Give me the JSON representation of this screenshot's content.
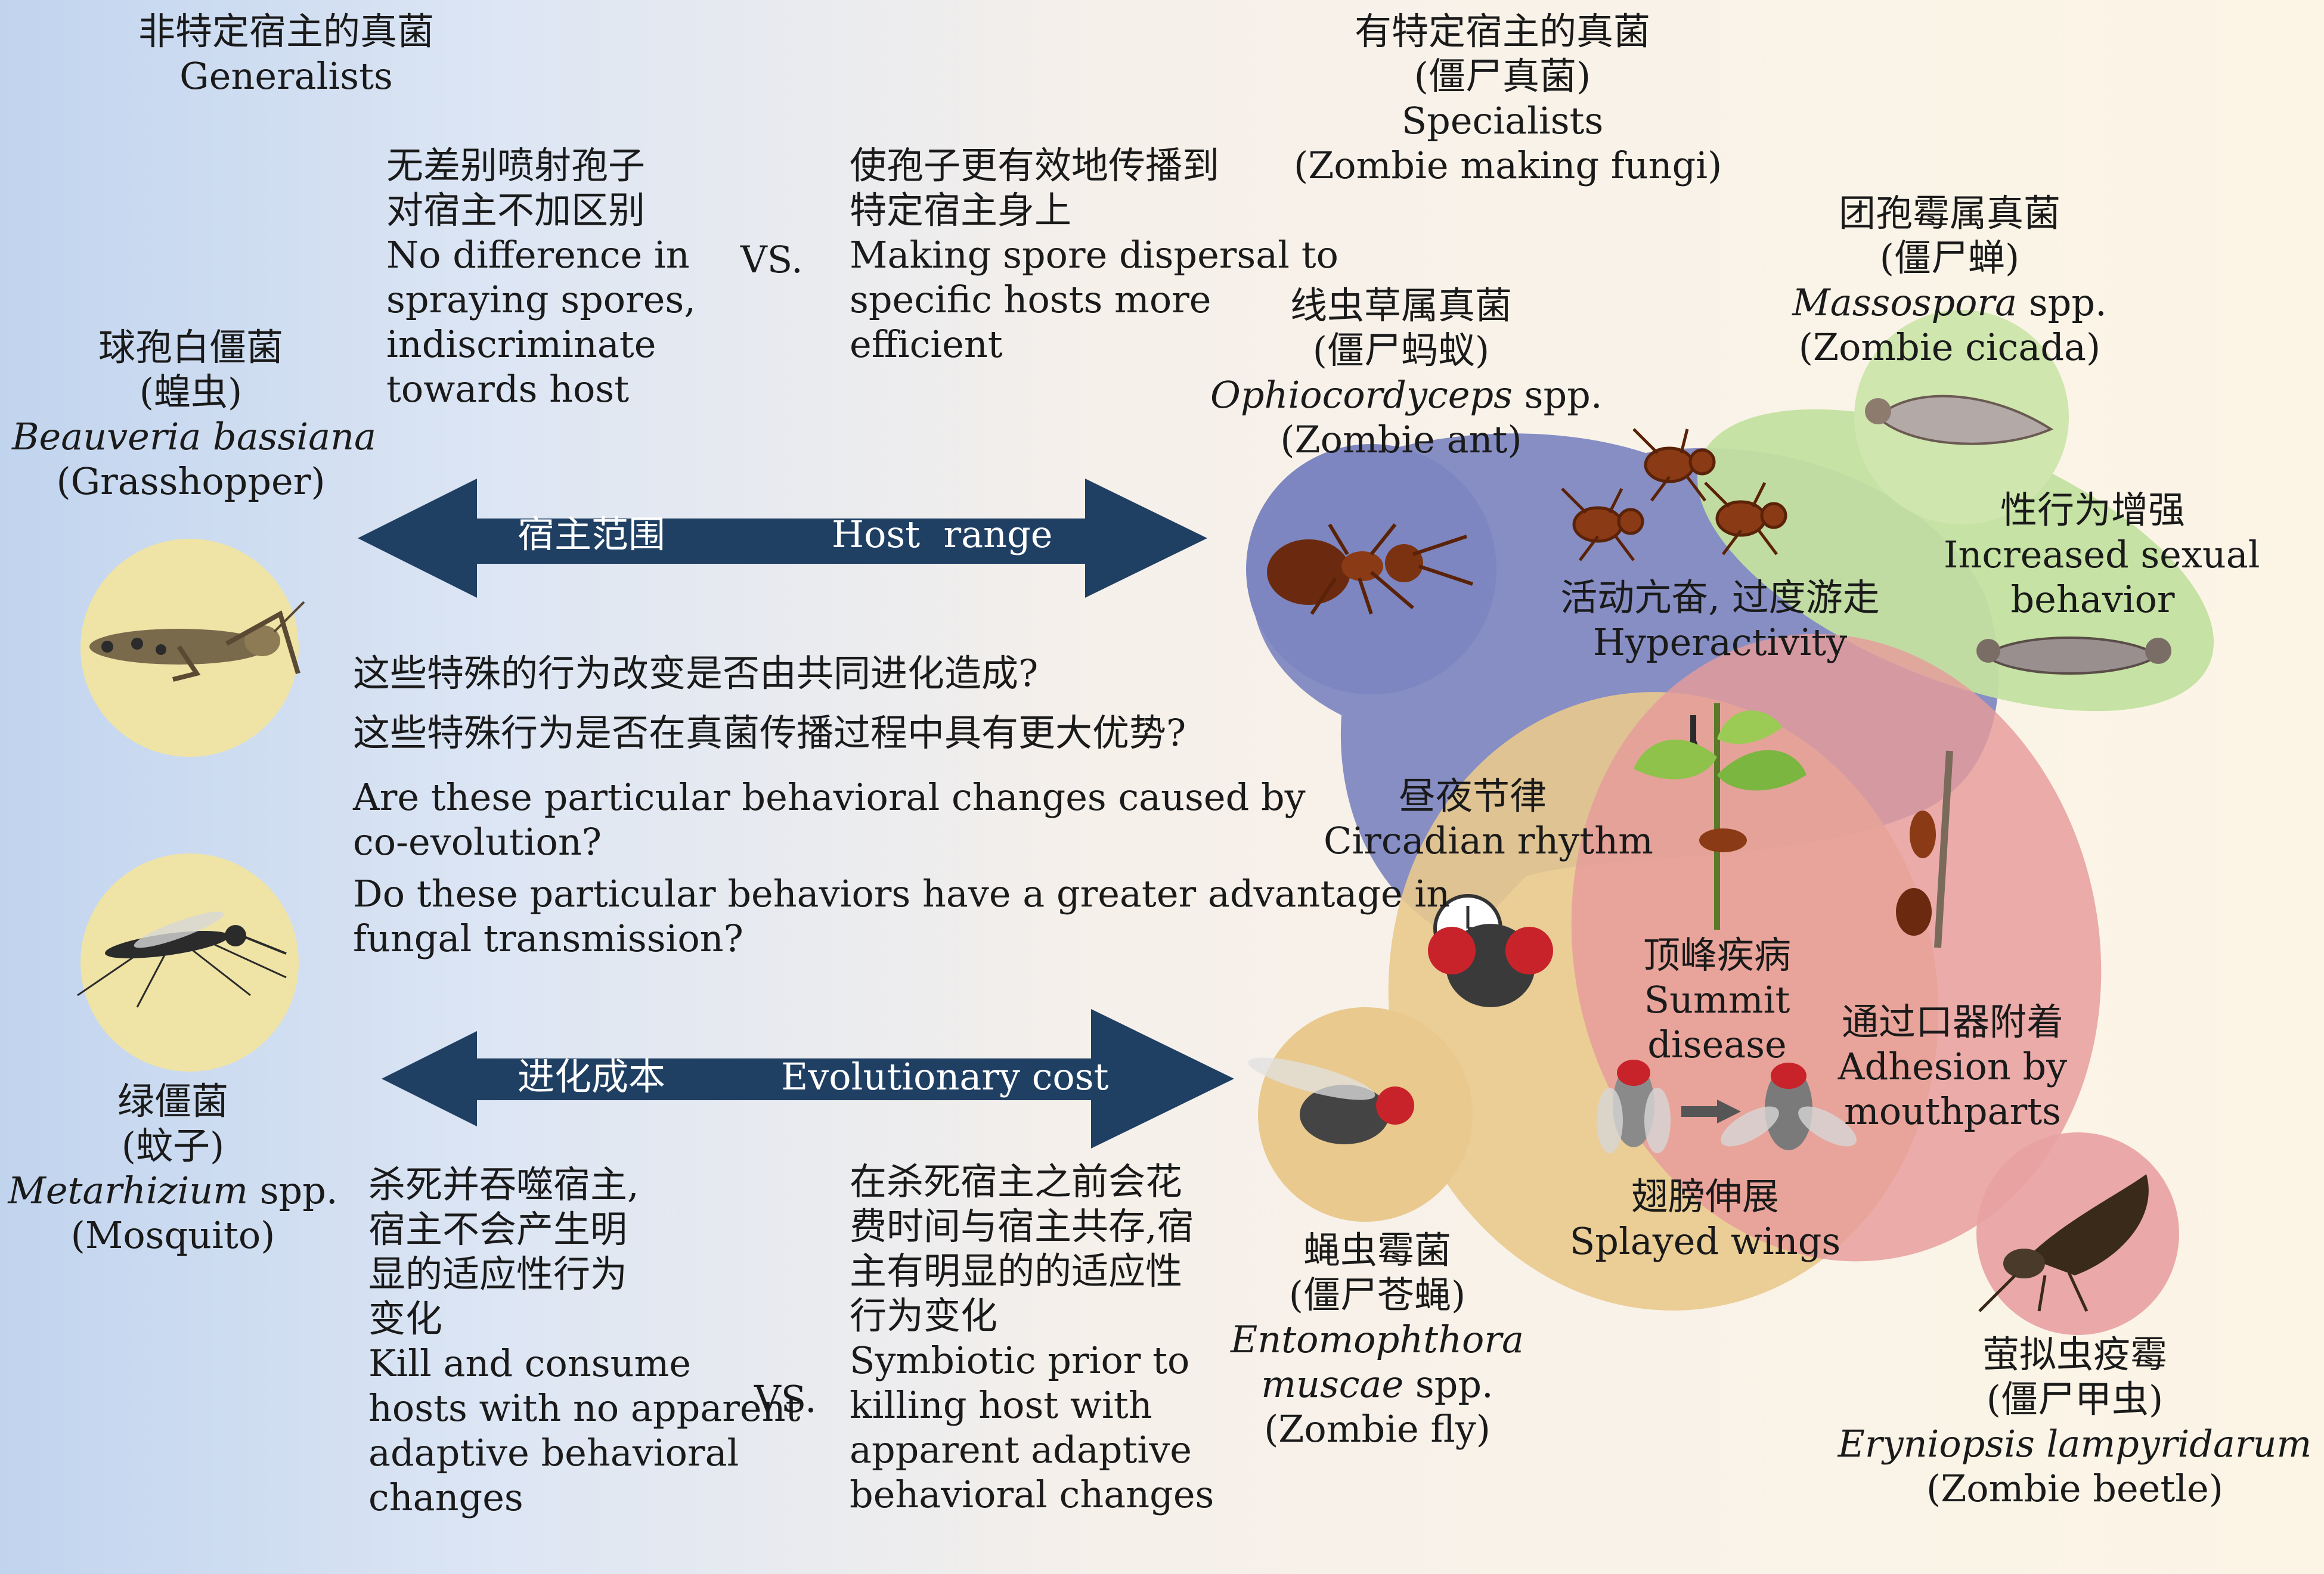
{
  "generalists": {
    "zh": "非特定宿主的真菌",
    "en": "Generalists"
  },
  "specialists": {
    "zh": "有特定宿主的真菌",
    "zh2": "(僵尸真菌)",
    "en": "Specialists",
    "en2": "(Zombie making fungi)"
  },
  "spray": {
    "zh1": "无差别喷射孢子",
    "zh2": "对宿主不加区别",
    "en1": "No difference in",
    "en2": "spraying spores,",
    "en3": "indiscriminate",
    "en4": "towards host"
  },
  "vs_label": "VS.",
  "dispersal": {
    "zh1": "使孢子更有效地传播到",
    "zh2": "特定宿主身上",
    "en1": "Making spore dispersal to",
    "en2": "specific hosts more",
    "en3": "efficient"
  },
  "beauveria": {
    "zh": "球孢白僵菌",
    "zh_host": "(蝗虫)",
    "latin": "Beauveria bassiana",
    "en_host": "(Grasshopper)"
  },
  "metarhizium": {
    "zh": "绿僵菌",
    "zh_host": "(蚊子)",
    "latin": "Metarhizium",
    "spp": " spp.",
    "en_host": "(Mosquito)"
  },
  "arrow_host_range": {
    "zh": "宿主范围",
    "en": "Host  range"
  },
  "arrow_evo_cost": {
    "zh": "进化成本",
    "en": "Evolutionary cost"
  },
  "questions": {
    "zh1": "这些特殊的行为改变是否由共同进化造成?",
    "zh2": "这些特殊行为是否在真菌传播过程中具有更大优势?",
    "en1": "Are these particular behavioral changes caused by",
    "en2": "co-evolution?",
    "en3": "Do these particular behaviors have a greater advantage in",
    "en4": "fungal transmission?"
  },
  "kill": {
    "zh1": "杀死并吞噬宿主,",
    "zh2": "宿主不会产生明",
    "zh3": "显的适应性行为",
    "zh4": "变化",
    "en1": "Kill and consume",
    "en2": "hosts with no apparent",
    "en3": "adaptive behavioral",
    "en4": "changes"
  },
  "symbiotic": {
    "zh1": "在杀死宿主之前会花",
    "zh2": "费时间与宿主共存,宿",
    "zh3": "主有明显的的适应性",
    "zh4": "行为变化",
    "en1": "Symbiotic prior to",
    "en2": "killing host with",
    "en3": "apparent adaptive",
    "en4": "behavioral changes"
  },
  "ophiocordyceps": {
    "zh": "线虫草属真菌",
    "zh_host": "(僵尸蚂蚁)",
    "latin": "Ophiocordyceps",
    "spp": " spp.",
    "en_host": "(Zombie ant)"
  },
  "massospora": {
    "zh": "团孢霉属真菌",
    "zh_host": "(僵尸蝉)",
    "latin": "Massospora",
    "spp": " spp.",
    "en_host": "(Zombie cicada)"
  },
  "entomophthora": {
    "zh": "蝇虫霉菌",
    "zh_host": "(僵尸苍蝇)",
    "latin1": "Entomophthora",
    "latin2": "muscae",
    "spp": " spp.",
    "en_host": "(Zombie fly)"
  },
  "eryniopsis": {
    "zh": "萤拟虫疫霉",
    "zh_host": "(僵尸甲虫)",
    "latin": "Eryniopsis lampyridarum",
    "en_host": "(Zombie beetle)"
  },
  "behaviors": {
    "sexual": {
      "zh": "性行为增强",
      "en1": "Increased sexual",
      "en2": "behavior"
    },
    "hyper": {
      "zh": "活动亢奋, 过度游走",
      "en": "Hyperactivity"
    },
    "circadian": {
      "zh": "昼夜节律",
      "en": "Circadian rhythm"
    },
    "summit": {
      "zh": "顶峰疾病",
      "en1": "Summit",
      "en2": "disease"
    },
    "adhesion": {
      "zh": "通过口器附着",
      "en1": "Adhesion by",
      "en2": "mouthparts"
    },
    "wings": {
      "zh": "翅膀伸展",
      "en": "Splayed wings"
    }
  },
  "colors": {
    "arrow": "#1f3f63",
    "blue_region": "#7d86c0",
    "green_region": "#c3e0a0",
    "yellow_region": "#e9c98d",
    "pink_region": "#e69b9b",
    "host_circle": "#efe3a6"
  }
}
